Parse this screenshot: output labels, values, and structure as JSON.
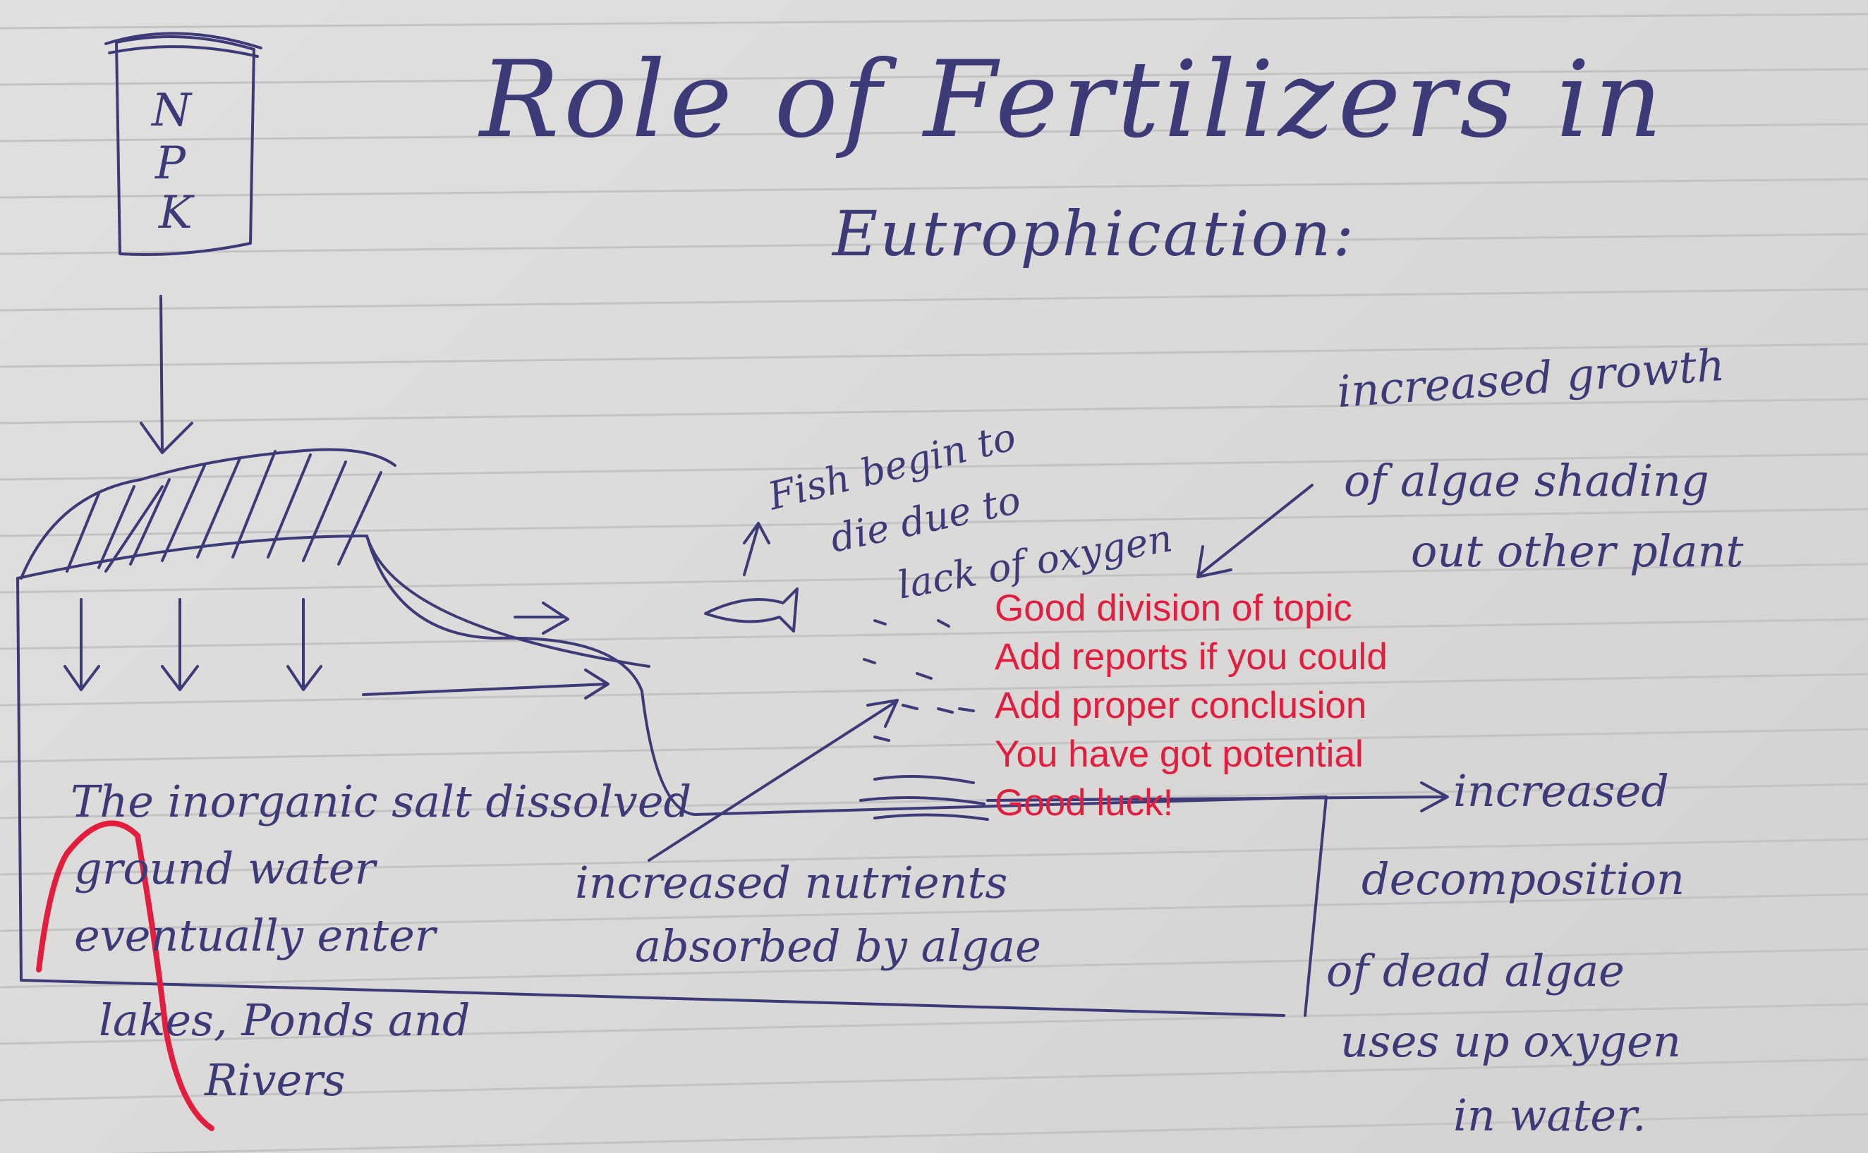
{
  "title": {
    "line1": "Role of Fertilizers in",
    "line2": "Eutrophication:"
  },
  "jar": {
    "letters": [
      "N",
      "P",
      "K"
    ]
  },
  "labels": {
    "fish": [
      "Fish begin to",
      "die due to",
      "lack of oxygen"
    ],
    "algae_growth": [
      "increased growth",
      "of algae shading",
      "out other plant"
    ],
    "inorganic": [
      "The inorganic salt dissolved",
      "ground water",
      "eventually enter"
    ],
    "nutrients": [
      "increased nutrients",
      "absorbed by algae"
    ],
    "decomposition": [
      "increased",
      "decomposition",
      "of dead algae",
      "uses up oxygen",
      "in water."
    ],
    "lakes": [
      "lakes, Ponds and",
      "Rivers"
    ]
  },
  "feedback": {
    "lines": [
      "Good division of topic",
      "Add reports if you could",
      "Add proper conclusion",
      "You have got potential",
      "Good luck!"
    ],
    "color": "#e21d3d"
  },
  "colors": {
    "ink": "#3d3a78",
    "paper": "#dedcdb",
    "rule": "#c4c2c3"
  }
}
